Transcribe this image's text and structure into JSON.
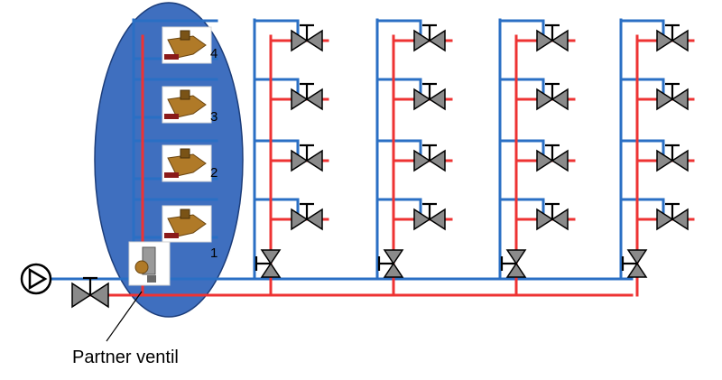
{
  "diagram": {
    "caption": "Partner ventil",
    "balancing_valve_numbers": [
      "4",
      "3",
      "2",
      "1"
    ],
    "colors": {
      "supply_pipe": "#ee3333",
      "return_pipe": "#2a6fc4",
      "ellipse_fill": "#3f6fbf",
      "ellipse_stroke": "#1c3d7a",
      "valve_fill": "#8a8a8a",
      "valve_stroke": "#000000",
      "brass": "#b07a28"
    },
    "riser_count": 4,
    "floors_per_riser": 4,
    "icons": [
      "pump-icon",
      "valve-icon",
      "balancing-valve-icon",
      "partner-valve-icon"
    ]
  }
}
